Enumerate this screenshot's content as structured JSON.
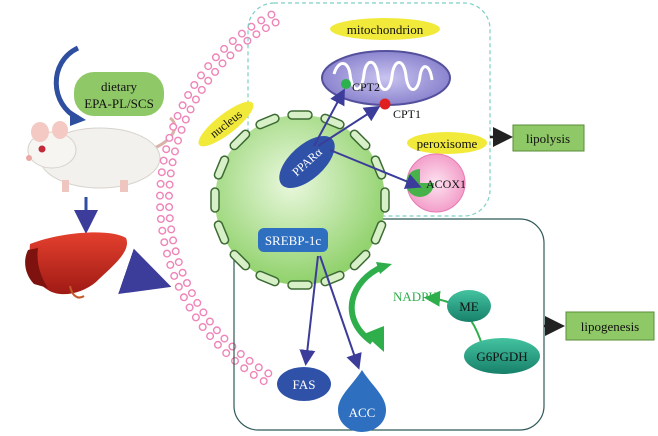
{
  "labels": {
    "dietary_line1": "dietary",
    "dietary_line2": "EPA-PL/SCS",
    "nucleus": "nucleus",
    "mitochondrion": "mitochondrion",
    "cpt2": "CPT2",
    "cpt1": "CPT1",
    "ppara": "PPARα",
    "peroxisome": "peroxisome",
    "acox1": "ACOX1",
    "lipolysis": "lipolysis",
    "srebp": "SREBP-1c",
    "nadph": "NADPH",
    "me": "ME",
    "g6pgdh": "G6PGDH",
    "lipogenesis": "lipogenesis",
    "fas": "FAS",
    "acc": "ACC"
  },
  "colors": {
    "dietary_pill": "#8fc866",
    "result_box": "#8fc866",
    "yellow_label": "#f2ea3a",
    "ppara_fill": "#2f52a8",
    "srebp_fill": "#2f6fc0",
    "nucleus_fill": "#b9e6a0",
    "membrane": "#ee84b8",
    "mito_fill": "#9a93d6",
    "peroxisome_fill": "#f6a6d0",
    "arrow_blue": "#3c3c9a",
    "arrow_green": "#2fae4c",
    "fas_fill": "#2f52a8",
    "acc_fill": "#2f6fc0",
    "cpt2_dot": "#2bb24c",
    "cpt1_dot": "#e02020"
  }
}
